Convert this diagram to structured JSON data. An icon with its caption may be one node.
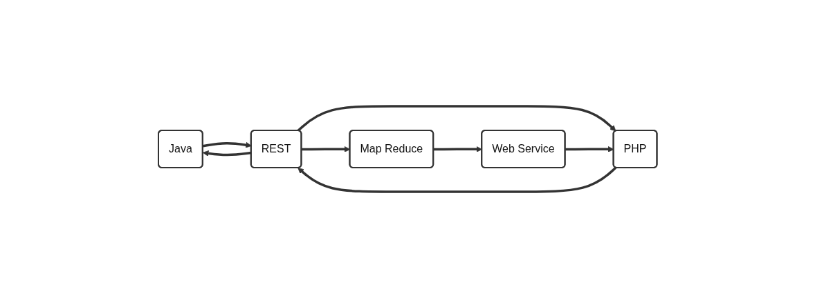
{
  "diagram": {
    "nodes": [
      {
        "text": [
          "Java"
        ]
      },
      {
        "text": [
          "REST"
        ]
      },
      {
        "text": [
          "PHP"
        ]
      },
      {
        "text": [
          "Map Reduce"
        ]
      },
      {
        "text": [
          "Web Service"
        ]
      }
    ],
    "edges": [
      {
        "from": 0,
        "to": 1,
        "arrow": "to"
      },
      {
        "from": 1,
        "to": 0,
        "arrow": "to"
      },
      {
        "from": 1,
        "to": 2,
        "arrow": "to"
      },
      {
        "from": 2,
        "to": 1,
        "arrow": "to"
      },
      {
        "from": 1,
        "to": 3,
        "arrow": "to"
      },
      {
        "from": 3,
        "to": 4,
        "arrow": "to"
      },
      {
        "from": 4,
        "to": 2,
        "arrow": "to"
      }
    ]
  }
}
